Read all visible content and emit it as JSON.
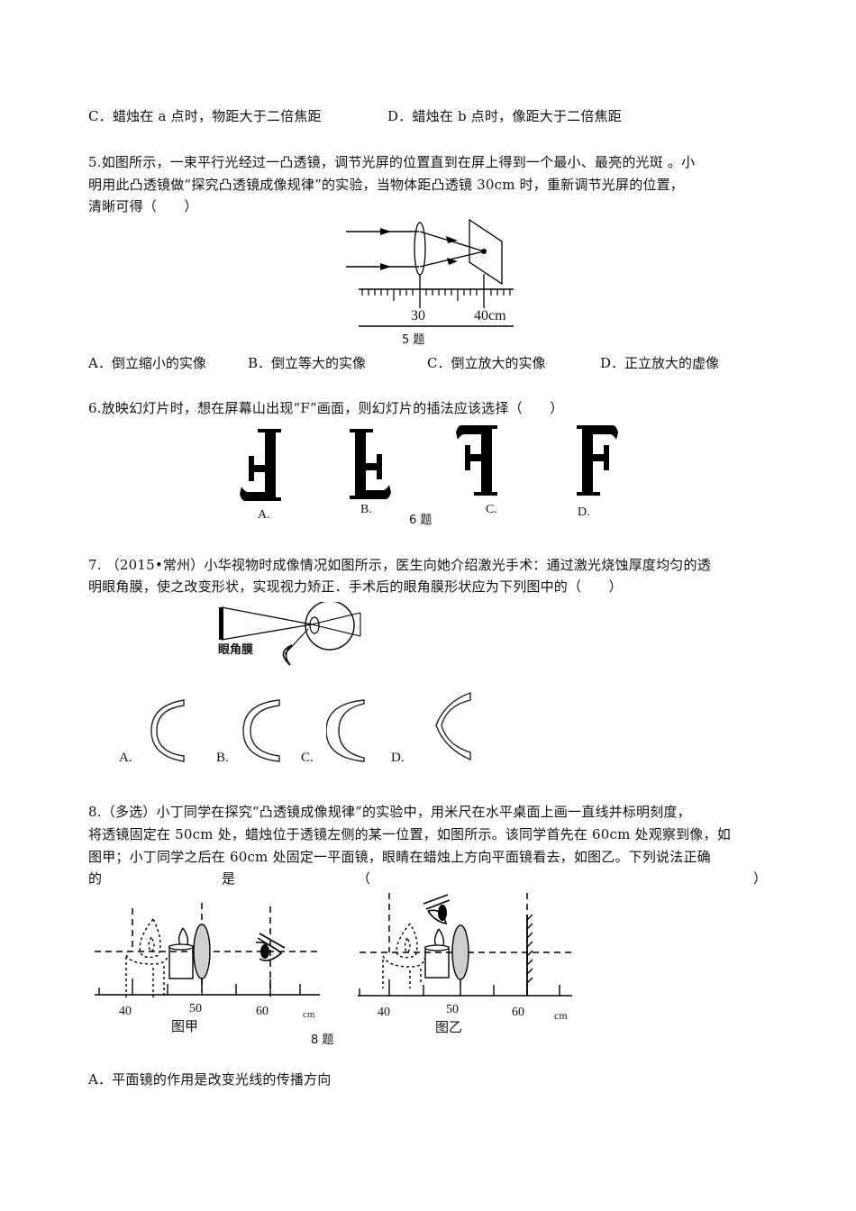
{
  "q4_options": {
    "C": "C．蜡烛在 a 点时，物距大于二倍焦距",
    "D": "D．蜡烛在 b 点时，像距大于二倍焦距"
  },
  "q5": {
    "lines": [
      "5.如图所示，一束平行光经过一凸透镜，调节光屏的位置直到在屏上得到一个最小、最亮的光斑 。小",
      "明用此凸透镜做“探究凸透镜成像规律”的实验，当物体距凸透镜 30cm  时，重新调节光屏的位置，",
      "清晰可得（　　）"
    ],
    "figure": {
      "label_lens": "30",
      "label_screen": "40cm",
      "caption": "5 题"
    },
    "options": {
      "A": "A．倒立缩小的实像",
      "B": "B．倒立等大的实像",
      "C": "C．倒立放大的实像",
      "D": "D．正立放大的虚像"
    }
  },
  "q6": {
    "line": "6.放映幻灯片时，想在屏幕山出现“F”画面，则幻灯片的插法应该选择（　　）",
    "figure": {
      "labels": [
        "A.",
        "B.",
        "C.",
        "D."
      ],
      "caption": "6 题"
    }
  },
  "q7": {
    "lines": [
      "7.  （2015•常州）小华视物时成像情况如图所示，医生向她介绍激光手术：通过激光烧蚀厚度均匀的透",
      "明眼角膜，使之改变形状，实现视力矫正．手术后的眼角膜形状应为下列图中的（　　）"
    ],
    "figure": {
      "cornea_label": "眼角膜"
    },
    "options": [
      "A.",
      "B.",
      "C.",
      "D."
    ]
  },
  "q8": {
    "lines": [
      "8.（多选）小丁同学在探究“凸透镜成像规律”的实验中，用米尺在水平桌面上画一直线并标明刻度，",
      "将透镜固定在 50cm 处，蜡烛位于透镜左侧的某一位置，如图所示。该同学首先在 60cm 处观察到像，如",
      "图甲；小丁同学之后在 60cm 处固定一平面镜，眼睛在蜡烛上方向平面镜看去，如图乙。下列说法正确"
    ],
    "last_line": {
      "a": "的",
      "b": "是",
      "c": "（",
      "d": "）"
    },
    "figure_jia": {
      "ticks": [
        "40",
        "50",
        "60"
      ],
      "unit": "cm",
      "caption": "图甲"
    },
    "figure_yi": {
      "ticks": [
        "40",
        "50",
        "60"
      ],
      "unit": "cm",
      "caption": "图乙"
    },
    "caption": "8 题",
    "options": {
      "A": "A．平面镜的作用是改变光线的传播方向"
    }
  }
}
